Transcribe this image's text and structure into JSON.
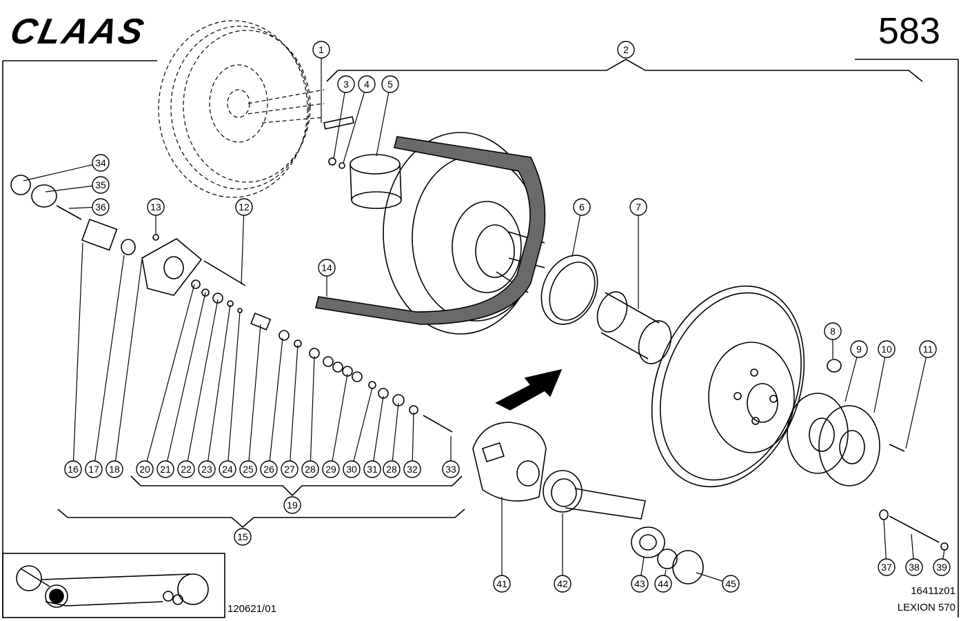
{
  "header": {
    "brand": "CLAAS",
    "page_number": "583"
  },
  "footer": {
    "document_ref": "120621/01",
    "image_ref": "16411z01",
    "model": "LEXION 570"
  },
  "callouts": [
    {
      "id": "c1",
      "label": "1"
    },
    {
      "id": "c2",
      "label": "2"
    },
    {
      "id": "c3",
      "label": "3"
    },
    {
      "id": "c4",
      "label": "4"
    },
    {
      "id": "c5",
      "label": "5"
    },
    {
      "id": "c6",
      "label": "6"
    },
    {
      "id": "c7",
      "label": "7"
    },
    {
      "id": "c8",
      "label": "8"
    },
    {
      "id": "c9",
      "label": "9"
    },
    {
      "id": "c10",
      "label": "10"
    },
    {
      "id": "c11",
      "label": "11"
    },
    {
      "id": "c12",
      "label": "12"
    },
    {
      "id": "c13",
      "label": "13"
    },
    {
      "id": "c14",
      "label": "14"
    },
    {
      "id": "c15",
      "label": "15"
    },
    {
      "id": "c16",
      "label": "16"
    },
    {
      "id": "c17",
      "label": "17"
    },
    {
      "id": "c18",
      "label": "18"
    },
    {
      "id": "c19",
      "label": "19"
    },
    {
      "id": "c20",
      "label": "20"
    },
    {
      "id": "c21",
      "label": "21"
    },
    {
      "id": "c22",
      "label": "22"
    },
    {
      "id": "c23",
      "label": "23"
    },
    {
      "id": "c24",
      "label": "24"
    },
    {
      "id": "c25",
      "label": "25"
    },
    {
      "id": "c26",
      "label": "26"
    },
    {
      "id": "c27",
      "label": "27"
    },
    {
      "id": "c28a",
      "label": "28"
    },
    {
      "id": "c29",
      "label": "29"
    },
    {
      "id": "c30",
      "label": "30"
    },
    {
      "id": "c31",
      "label": "31"
    },
    {
      "id": "c28b",
      "label": "28"
    },
    {
      "id": "c32",
      "label": "32"
    },
    {
      "id": "c33",
      "label": "33"
    },
    {
      "id": "c34",
      "label": "34"
    },
    {
      "id": "c35",
      "label": "35"
    },
    {
      "id": "c36",
      "label": "36"
    },
    {
      "id": "c37",
      "label": "37"
    },
    {
      "id": "c38",
      "label": "38"
    },
    {
      "id": "c39",
      "label": "39"
    },
    {
      "id": "c41",
      "label": "41"
    },
    {
      "id": "c42",
      "label": "42"
    },
    {
      "id": "c43",
      "label": "43"
    },
    {
      "id": "c44",
      "label": "44"
    },
    {
      "id": "c45",
      "label": "45"
    }
  ]
}
